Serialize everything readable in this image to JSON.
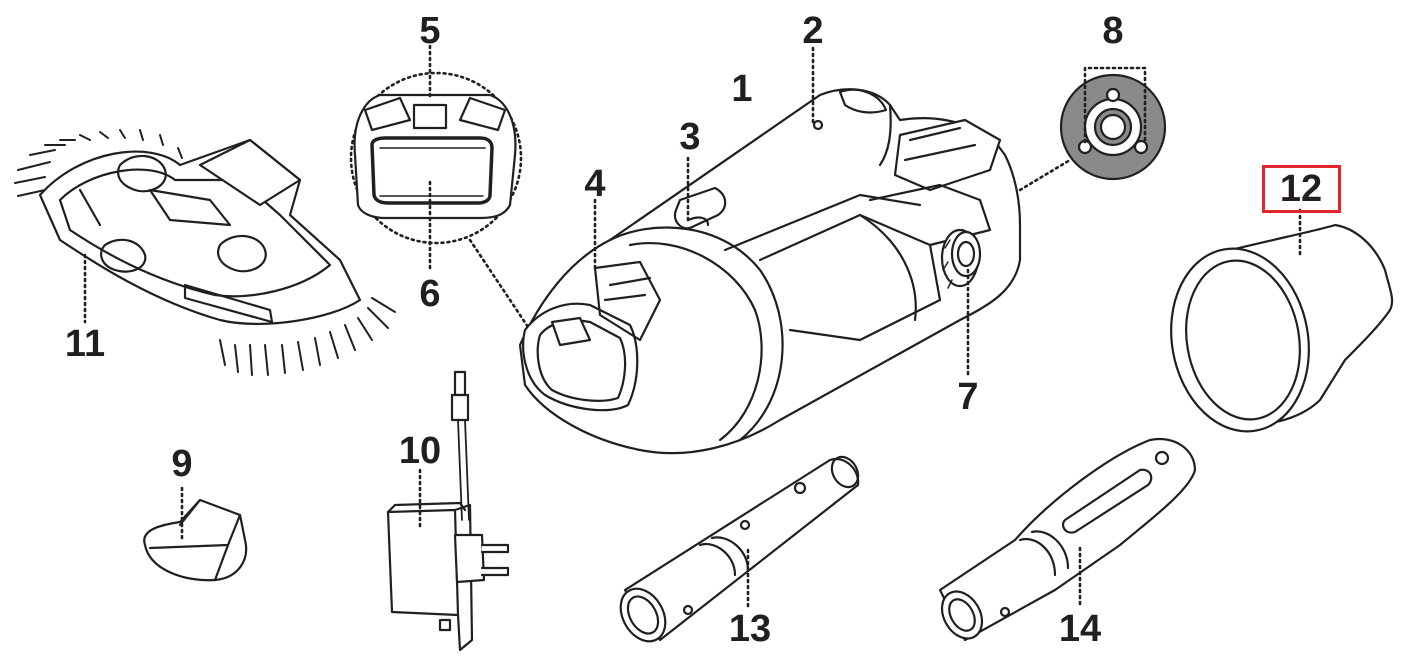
{
  "callouts": {
    "c1": "1",
    "c2": "2",
    "c3": "3",
    "c4": "4",
    "c5": "5",
    "c6": "6",
    "c7": "7",
    "c8": "8",
    "c9": "9",
    "c10": "10",
    "c11": "11",
    "c12": "12",
    "c13": "13",
    "c14": "14"
  },
  "highlighted_callout": "12",
  "colors": {
    "line": "#231f20",
    "highlight": "#e0262b",
    "fill_gray": "#8a8a8a"
  }
}
